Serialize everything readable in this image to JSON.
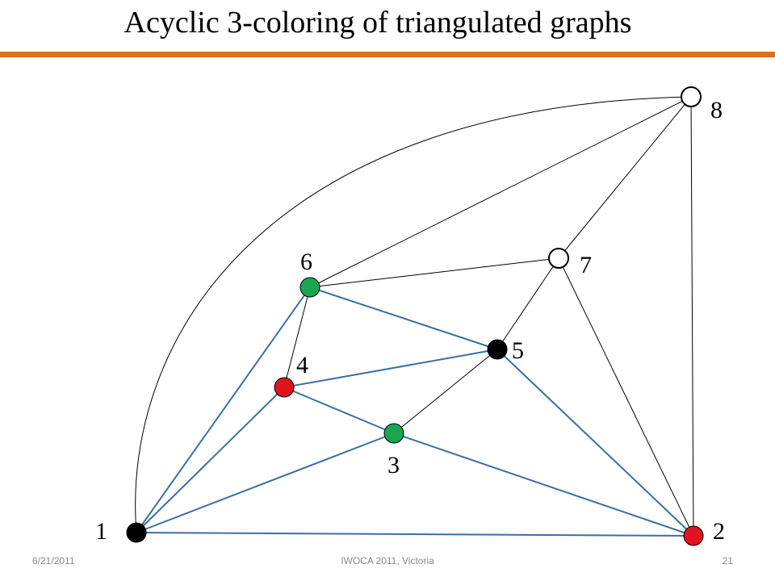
{
  "title": "Acyclic 3-coloring of triangulated graphs",
  "colors": {
    "accent_rule": "#e06e1a",
    "red": "#e0141e",
    "green": "#1aa550",
    "black": "#000000",
    "uncolored": "#ffffff",
    "blue_edge": "#3a6fa6",
    "black_edge": "#000000"
  },
  "vertices": [
    {
      "id": "1",
      "label": "1",
      "color": "black"
    },
    {
      "id": "2",
      "label": "2",
      "color": "red"
    },
    {
      "id": "3",
      "label": "3",
      "color": "green"
    },
    {
      "id": "4",
      "label": "4",
      "color": "red"
    },
    {
      "id": "5",
      "label": "5",
      "color": "black"
    },
    {
      "id": "6",
      "label": "6",
      "color": "green"
    },
    {
      "id": "7",
      "label": "7",
      "color": "uncolored"
    },
    {
      "id": "8",
      "label": "8",
      "color": "uncolored"
    }
  ],
  "edges": [
    {
      "from": "1",
      "to": "2",
      "style": "blue"
    },
    {
      "from": "1",
      "to": "3",
      "style": "blue"
    },
    {
      "from": "1",
      "to": "4",
      "style": "blue"
    },
    {
      "from": "1",
      "to": "6",
      "style": "blue"
    },
    {
      "from": "4",
      "to": "3",
      "style": "blue"
    },
    {
      "from": "4",
      "to": "5",
      "style": "blue"
    },
    {
      "from": "6",
      "to": "5",
      "style": "blue"
    },
    {
      "from": "3",
      "to": "2",
      "style": "blue"
    },
    {
      "from": "5",
      "to": "2",
      "style": "blue"
    },
    {
      "from": "4",
      "to": "6",
      "style": "black"
    },
    {
      "from": "3",
      "to": "5",
      "style": "black"
    },
    {
      "from": "5",
      "to": "7",
      "style": "black"
    },
    {
      "from": "6",
      "to": "7",
      "style": "black"
    },
    {
      "from": "6",
      "to": "8",
      "style": "black"
    },
    {
      "from": "7",
      "to": "8",
      "style": "black"
    },
    {
      "from": "7",
      "to": "2",
      "style": "black"
    },
    {
      "from": "8",
      "to": "2",
      "style": "black"
    },
    {
      "from": "1",
      "to": "8",
      "style": "black-curved"
    }
  ],
  "footer": {
    "date": "6/21/2011",
    "conference": "IWOCA 2011, Victoria",
    "page": "21"
  }
}
